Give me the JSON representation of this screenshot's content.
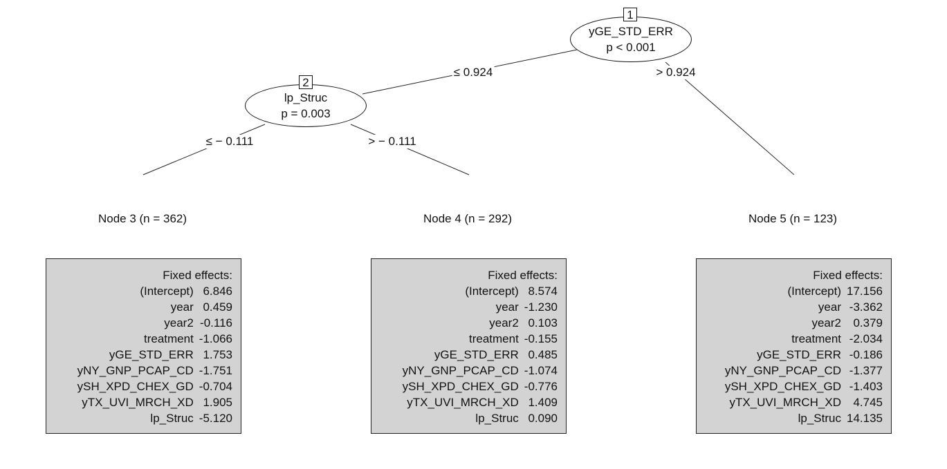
{
  "inner_nodes": [
    {
      "id": "1",
      "variable": "yGE_STD_ERR",
      "pvalue": "p < 0.001"
    },
    {
      "id": "2",
      "variable": "lp_Struc",
      "pvalue": "p = 0.003"
    }
  ],
  "edges": [
    {
      "label": "≤ 0.924"
    },
    {
      "label": "> 0.924"
    },
    {
      "label": "≤ − 0.111"
    },
    {
      "label": "> − 0.111"
    }
  ],
  "terminal_nodes": [
    {
      "title": "Node 3 (n = 362)",
      "header": "Fixed effects:",
      "effects": [
        {
          "name": "(Intercept)",
          "value": "6.846"
        },
        {
          "name": "year",
          "value": "0.459"
        },
        {
          "name": "year2",
          "value": "-0.116"
        },
        {
          "name": "treatment",
          "value": "-1.066"
        },
        {
          "name": "yGE_STD_ERR",
          "value": "1.753"
        },
        {
          "name": "yNY_GNP_PCAP_CD",
          "value": "-1.751"
        },
        {
          "name": "ySH_XPD_CHEX_GD",
          "value": "-0.704"
        },
        {
          "name": "yTX_UVI_MRCH_XD",
          "value": "1.905"
        },
        {
          "name": "lp_Struc",
          "value": "-5.120"
        }
      ]
    },
    {
      "title": "Node 4 (n = 292)",
      "header": "Fixed effects:",
      "effects": [
        {
          "name": "(Intercept)",
          "value": "8.574"
        },
        {
          "name": "year",
          "value": "-1.230"
        },
        {
          "name": "year2",
          "value": "0.103"
        },
        {
          "name": "treatment",
          "value": "-0.155"
        },
        {
          "name": "yGE_STD_ERR",
          "value": "0.485"
        },
        {
          "name": "yNY_GNP_PCAP_CD",
          "value": "-1.074"
        },
        {
          "name": "ySH_XPD_CHEX_GD",
          "value": "-0.776"
        },
        {
          "name": "yTX_UVI_MRCH_XD",
          "value": "1.409"
        },
        {
          "name": "lp_Struc",
          "value": "0.090"
        }
      ]
    },
    {
      "title": "Node 5 (n = 123)",
      "header": "Fixed effects:",
      "effects": [
        {
          "name": "(Intercept)",
          "value": "17.156"
        },
        {
          "name": "year",
          "value": "-3.362"
        },
        {
          "name": "year2",
          "value": "0.379"
        },
        {
          "name": "treatment",
          "value": "-2.034"
        },
        {
          "name": "yGE_STD_ERR",
          "value": "-0.186"
        },
        {
          "name": "yNY_GNP_PCAP_CD",
          "value": "-1.377"
        },
        {
          "name": "ySH_XPD_CHEX_GD",
          "value": "-1.403"
        },
        {
          "name": "yTX_UVI_MRCH_XD",
          "value": "4.745"
        },
        {
          "name": "lp_Struc",
          "value": "14.135"
        }
      ]
    }
  ]
}
